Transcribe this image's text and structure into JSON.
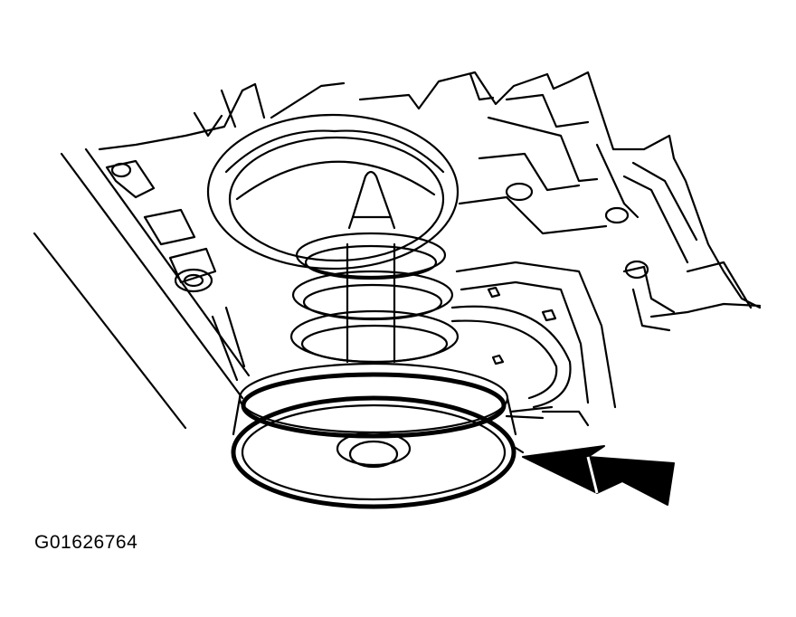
{
  "figure": {
    "id_label": "G01626764"
  },
  "colors": {
    "line": "#000000",
    "background": "#ffffff"
  },
  "parts": [
    "valve-body",
    "bore",
    "pin",
    "spring",
    "piston",
    "seal-ring",
    "arrow-icon"
  ]
}
